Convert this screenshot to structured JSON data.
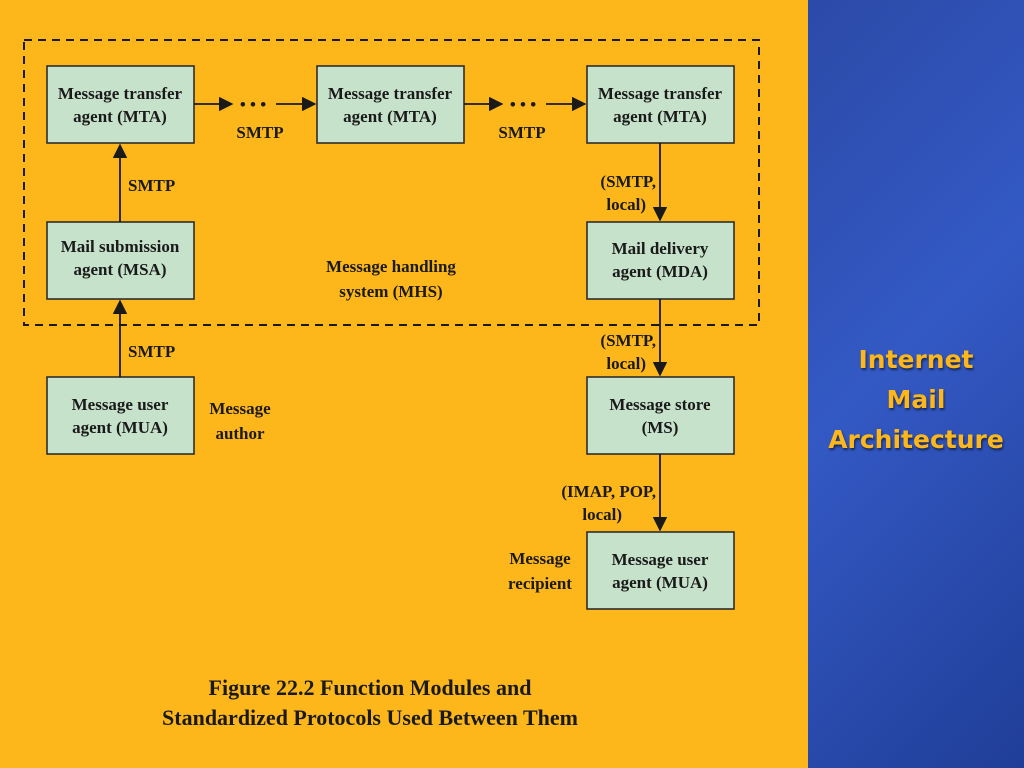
{
  "sidebar": {
    "title_lines": [
      "Internet",
      "Mail",
      "Architecture"
    ]
  },
  "diagram": {
    "boxes": {
      "mta1": [
        "Message transfer",
        "agent (MTA)"
      ],
      "mta2": [
        "Message transfer",
        "agent (MTA)"
      ],
      "mta3": [
        "Message transfer",
        "agent (MTA)"
      ],
      "msa": [
        "Mail submission",
        "agent (MSA)"
      ],
      "mda": [
        "Mail delivery",
        "agent (MDA)"
      ],
      "mua_author": [
        "Message user",
        "agent (MUA)"
      ],
      "ms": [
        "Message store",
        "(MS)"
      ],
      "mua_recipient": [
        "Message user",
        "agent (MUA)"
      ]
    },
    "mhs_label": [
      "Message handling",
      "system (MHS)"
    ],
    "author_label": [
      "Message",
      "author"
    ],
    "recipient_label": [
      "Message",
      "recipient"
    ],
    "edge_labels": {
      "mta1_mta2": "SMTP",
      "mta2_mta3": "SMTP",
      "msa_mta1": "SMTP",
      "mua_msa": "SMTP",
      "mta3_mda": [
        "(SMTP,",
        "local)"
      ],
      "mda_ms": [
        "(SMTP,",
        "local)"
      ],
      "ms_mua": [
        "(IMAP, POP,",
        "local)"
      ]
    },
    "ellipsis": "• • •"
  },
  "caption": {
    "line1": "Figure 22.2  Function Modules and",
    "line2": "Standardized Protocols Used Between Them"
  }
}
